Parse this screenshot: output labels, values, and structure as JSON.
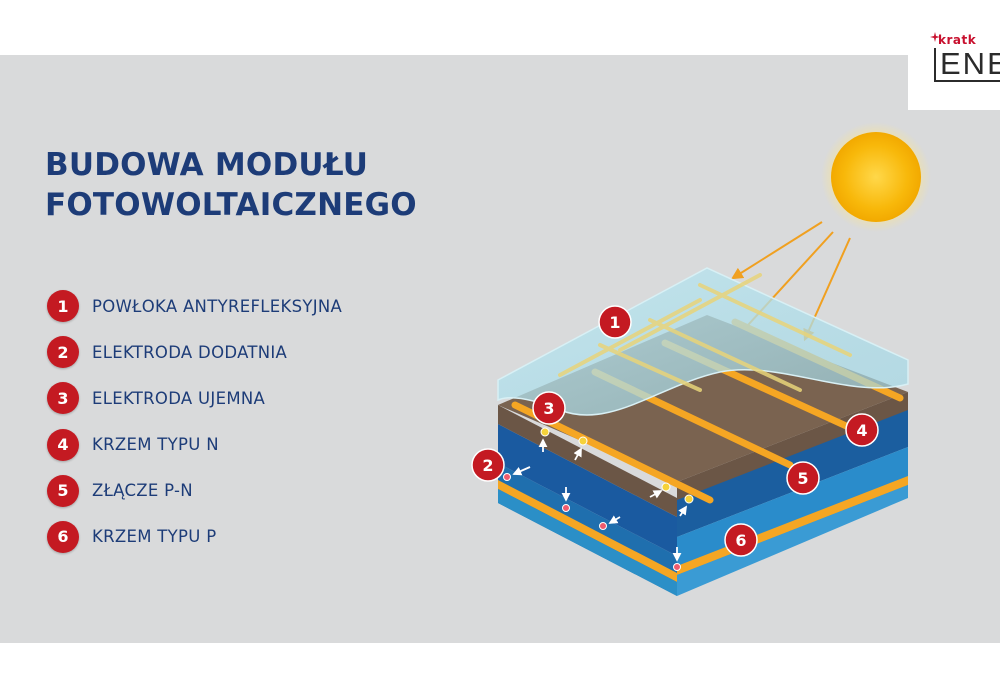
{
  "logo": {
    "brand": "kratk",
    "text": "ENE"
  },
  "title": {
    "line1": "BUDOWA MODUŁU",
    "line2": "FOTOWOLTAICZNEGO"
  },
  "legend": [
    {
      "num": "1",
      "label": "POWŁOKA ANTYREFLEKSYJNA"
    },
    {
      "num": "2",
      "label": "ELEKTRODA DODATNIA"
    },
    {
      "num": "3",
      "label": "ELEKTRODA UJEMNA"
    },
    {
      "num": "4",
      "label": "KRZEM TYPU N"
    },
    {
      "num": "5",
      "label": "ZŁĄCZE P-N"
    },
    {
      "num": "6",
      "label": "KRZEM TYPU P"
    }
  ],
  "diagram": {
    "markers": [
      "1",
      "2",
      "3",
      "4",
      "5",
      "6"
    ]
  },
  "colors": {
    "title": "#1d3c78",
    "badge": "#c41a22",
    "panel": "#d9dadb",
    "sun": "#f7b500",
    "electrode": "#f5a623",
    "n_silicon": "#6e5a4a",
    "junction": "#1e6fb5",
    "p_silicon": "#2b8fc7"
  }
}
